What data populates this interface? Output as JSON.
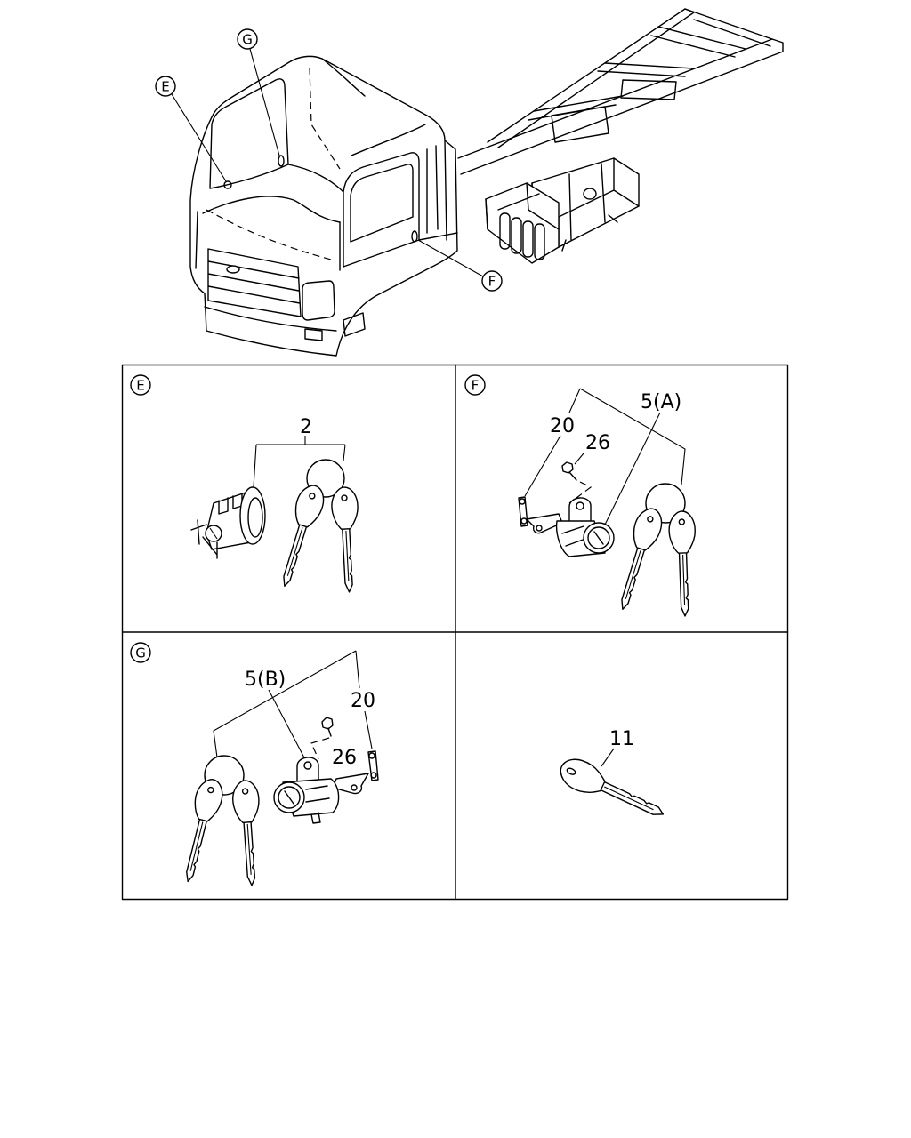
{
  "truck_callouts": {
    "e": "E",
    "g": "G",
    "f": "F"
  },
  "panels": {
    "e": {
      "letter": "E",
      "labels": {
        "ignition_set": "2"
      }
    },
    "f": {
      "letter": "F",
      "labels": {
        "latch": "20",
        "bolt": "26",
        "lock_set": "5(A)"
      }
    },
    "g": {
      "letter": "G",
      "labels": {
        "lock_set": "5(B)",
        "latch": "20",
        "bolt": "26"
      }
    },
    "key": {
      "labels": {
        "blank_key": "11"
      }
    }
  }
}
